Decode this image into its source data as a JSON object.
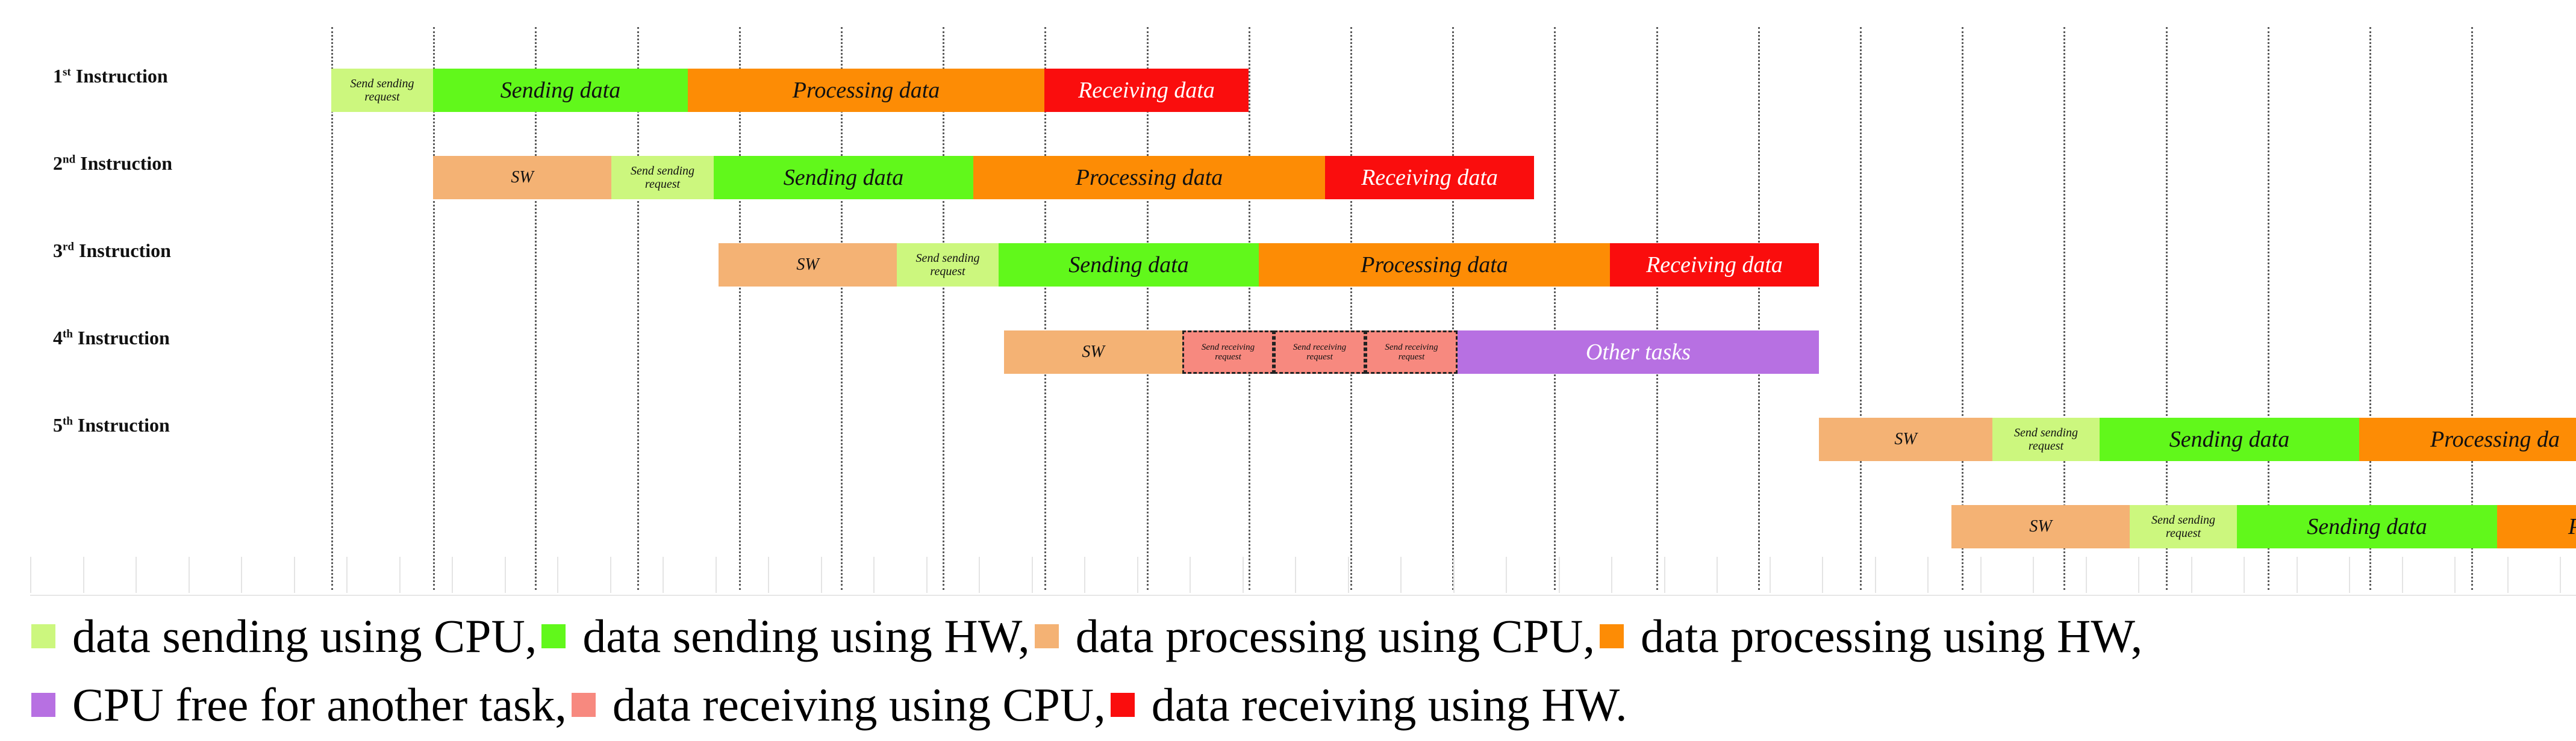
{
  "instructions": [
    {
      "num": "1",
      "sup": "st",
      "word": "Instruction"
    },
    {
      "num": "2",
      "sup": "nd",
      "word": "Instruction"
    },
    {
      "num": "3",
      "sup": "rd",
      "word": "Instruction"
    },
    {
      "num": "4",
      "sup": "th",
      "word": "Instruction"
    },
    {
      "num": "5",
      "sup": "th",
      "word": "Instruction"
    }
  ],
  "bars": [
    {
      "row": 0,
      "start": 0,
      "end": 1,
      "kind": "send_cpu",
      "label": "Send sending\nrequest"
    },
    {
      "row": 0,
      "start": 1,
      "end": 3.5,
      "kind": "send_hw",
      "label": "Sending data"
    },
    {
      "row": 0,
      "start": 3.5,
      "end": 7,
      "kind": "proc_hw",
      "label": "Processing data"
    },
    {
      "row": 0,
      "start": 7,
      "end": 9,
      "kind": "recv_hw",
      "label": "Receiving data"
    },
    {
      "row": 1,
      "start": 1,
      "end": 2.75,
      "kind": "proc_cpu",
      "label": "SW"
    },
    {
      "row": 1,
      "start": 2.75,
      "end": 3.75,
      "kind": "send_cpu",
      "label": "Send sending\nrequest"
    },
    {
      "row": 1,
      "start": 3.75,
      "end": 6.3,
      "kind": "send_hw",
      "label": "Sending data"
    },
    {
      "row": 1,
      "start": 6.3,
      "end": 9.75,
      "kind": "proc_hw",
      "label": "Processing data"
    },
    {
      "row": 1,
      "start": 9.75,
      "end": 11.8,
      "kind": "recv_hw",
      "label": "Receiving data"
    },
    {
      "row": 2,
      "start": 3.8,
      "end": 5.55,
      "kind": "proc_cpu",
      "label": "SW"
    },
    {
      "row": 2,
      "start": 5.55,
      "end": 6.55,
      "kind": "send_cpu",
      "label": "Send sending\nrequest"
    },
    {
      "row": 2,
      "start": 6.55,
      "end": 9.1,
      "kind": "send_hw",
      "label": "Sending data"
    },
    {
      "row": 2,
      "start": 9.1,
      "end": 12.55,
      "kind": "proc_hw",
      "label": "Processing data"
    },
    {
      "row": 2,
      "start": 12.55,
      "end": 14.6,
      "kind": "recv_hw",
      "label": "Receiving data"
    },
    {
      "row": 3,
      "start": 6.6,
      "end": 8.35,
      "kind": "proc_cpu",
      "label": "SW"
    },
    {
      "row": 3,
      "start": 8.35,
      "end": 9.25,
      "kind": "recv_cpu",
      "label": "Send receiving\nrequest"
    },
    {
      "row": 3,
      "start": 9.25,
      "end": 10.15,
      "kind": "recv_cpu",
      "label": "Send receiving\nrequest"
    },
    {
      "row": 3,
      "start": 10.15,
      "end": 11.05,
      "kind": "recv_cpu",
      "label": "Send receiving\nrequest"
    },
    {
      "row": 3,
      "start": 11.05,
      "end": 14.6,
      "kind": "free_cpu",
      "label": "Other tasks"
    },
    {
      "row": 4,
      "start": 14.6,
      "end": 16.3,
      "kind": "proc_cpu",
      "label": "SW"
    },
    {
      "row": 4,
      "start": 16.3,
      "end": 17.35,
      "kind": "send_cpu",
      "label": "Send sending\nrequest"
    },
    {
      "row": 4,
      "start": 17.35,
      "end": 19.9,
      "kind": "send_hw",
      "label": "Sending data"
    },
    {
      "row": 4,
      "start": 19.9,
      "end": 22.1,
      "kind": "proc_hw",
      "label": "Processing da",
      "clipped": true
    },
    {
      "row": 5,
      "start": 15.9,
      "end": 17.65,
      "kind": "proc_cpu",
      "label": "SW"
    },
    {
      "row": 5,
      "start": 17.65,
      "end": 18.7,
      "kind": "send_cpu",
      "label": "Send sending\nrequest"
    },
    {
      "row": 5,
      "start": 18.7,
      "end": 21.25,
      "kind": "send_hw",
      "label": "Sending data"
    },
    {
      "row": 5,
      "start": 21.25,
      "end": 22.1,
      "kind": "proc_hw",
      "label": "P",
      "clipped": true
    }
  ],
  "colors": {
    "send_cpu": "#ccf77e",
    "send_hw": "#61f81b",
    "proc_cpu": "#f4b274",
    "proc_hw": "#fd8c05",
    "free_cpu": "#b770e2",
    "recv_cpu": "#f7897f",
    "recv_hw": "#fa0d0d"
  },
  "legend": [
    [
      {
        "kind": "send_cpu",
        "text": "data sending using CPU,"
      },
      {
        "kind": "send_hw",
        "text": "data sending using HW,"
      },
      {
        "kind": "proc_cpu",
        "text": "data processing using CPU,"
      },
      {
        "kind": "proc_hw",
        "text": "data processing using HW,"
      }
    ],
    [
      {
        "kind": "free_cpu",
        "text": "CPU free for another task,"
      },
      {
        "kind": "recv_cpu",
        "text": "data receiving using CPU,"
      },
      {
        "kind": "recv_hw",
        "text": "data receiving using HW."
      }
    ]
  ]
}
